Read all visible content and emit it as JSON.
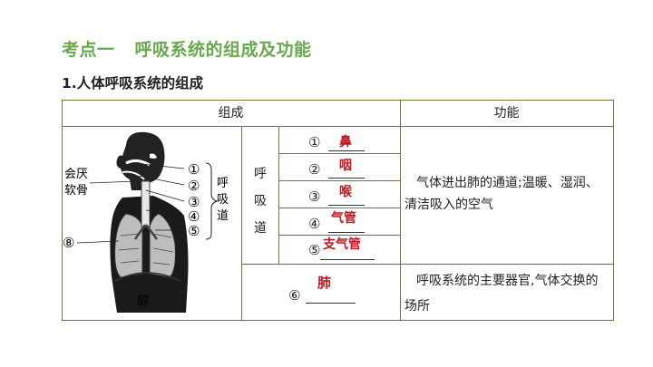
{
  "title": {
    "main": "考点一",
    "topic": "呼吸系统的组成及功能"
  },
  "subtitle": "1.人体呼吸系统的组成",
  "table": {
    "header_composition": "组成",
    "header_function": "功能",
    "airway_chars": [
      "呼",
      "吸",
      "道"
    ],
    "rows": [
      {
        "num": "①",
        "answer": "鼻"
      },
      {
        "num": "②",
        "answer": "咽"
      },
      {
        "num": "③",
        "answer": "喉"
      },
      {
        "num": "④",
        "answer": "气管"
      },
      {
        "num": "⑤",
        "answer": "支气管"
      }
    ],
    "airway_function": "气体进出肺的通道;温暖、湿润、清洁吸入的空气",
    "lung_row": {
      "num": "⑥",
      "answer": "肺"
    },
    "lung_function": "呼吸系统的主要器官,气体交换的场所"
  },
  "figure": {
    "epiglottis_label": [
      "会厌",
      "软骨"
    ],
    "airway_label": [
      "呼",
      "吸",
      "道"
    ],
    "numbers": [
      "①",
      "②",
      "③",
      "④",
      "⑤"
    ],
    "lung_num": "⑧",
    "diaphragm_label": "膈"
  }
}
